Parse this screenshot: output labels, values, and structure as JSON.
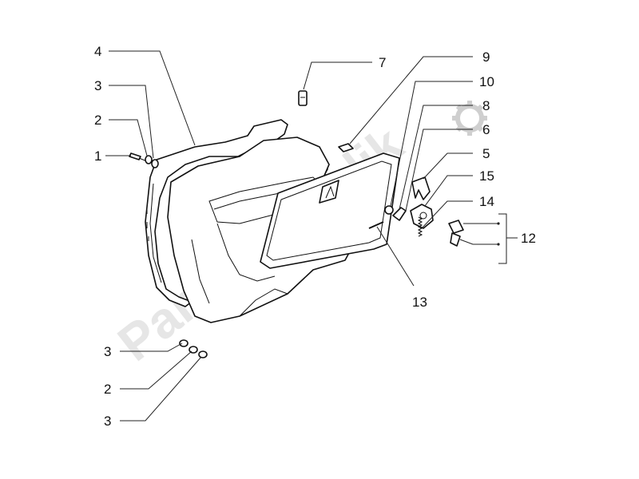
{
  "diagram": {
    "callouts": {
      "c1": "1",
      "c2a": "2",
      "c3a": "3",
      "c4": "4",
      "c7": "7",
      "c9": "9",
      "c10": "10",
      "c8": "8",
      "c6": "6",
      "c5": "5",
      "c15": "15",
      "c14": "14",
      "c12": "12",
      "c13": "13",
      "c3b": "3",
      "c2b": "2",
      "c3c": "3"
    },
    "watermark": {
      "text": "PartsRepublik"
    }
  }
}
